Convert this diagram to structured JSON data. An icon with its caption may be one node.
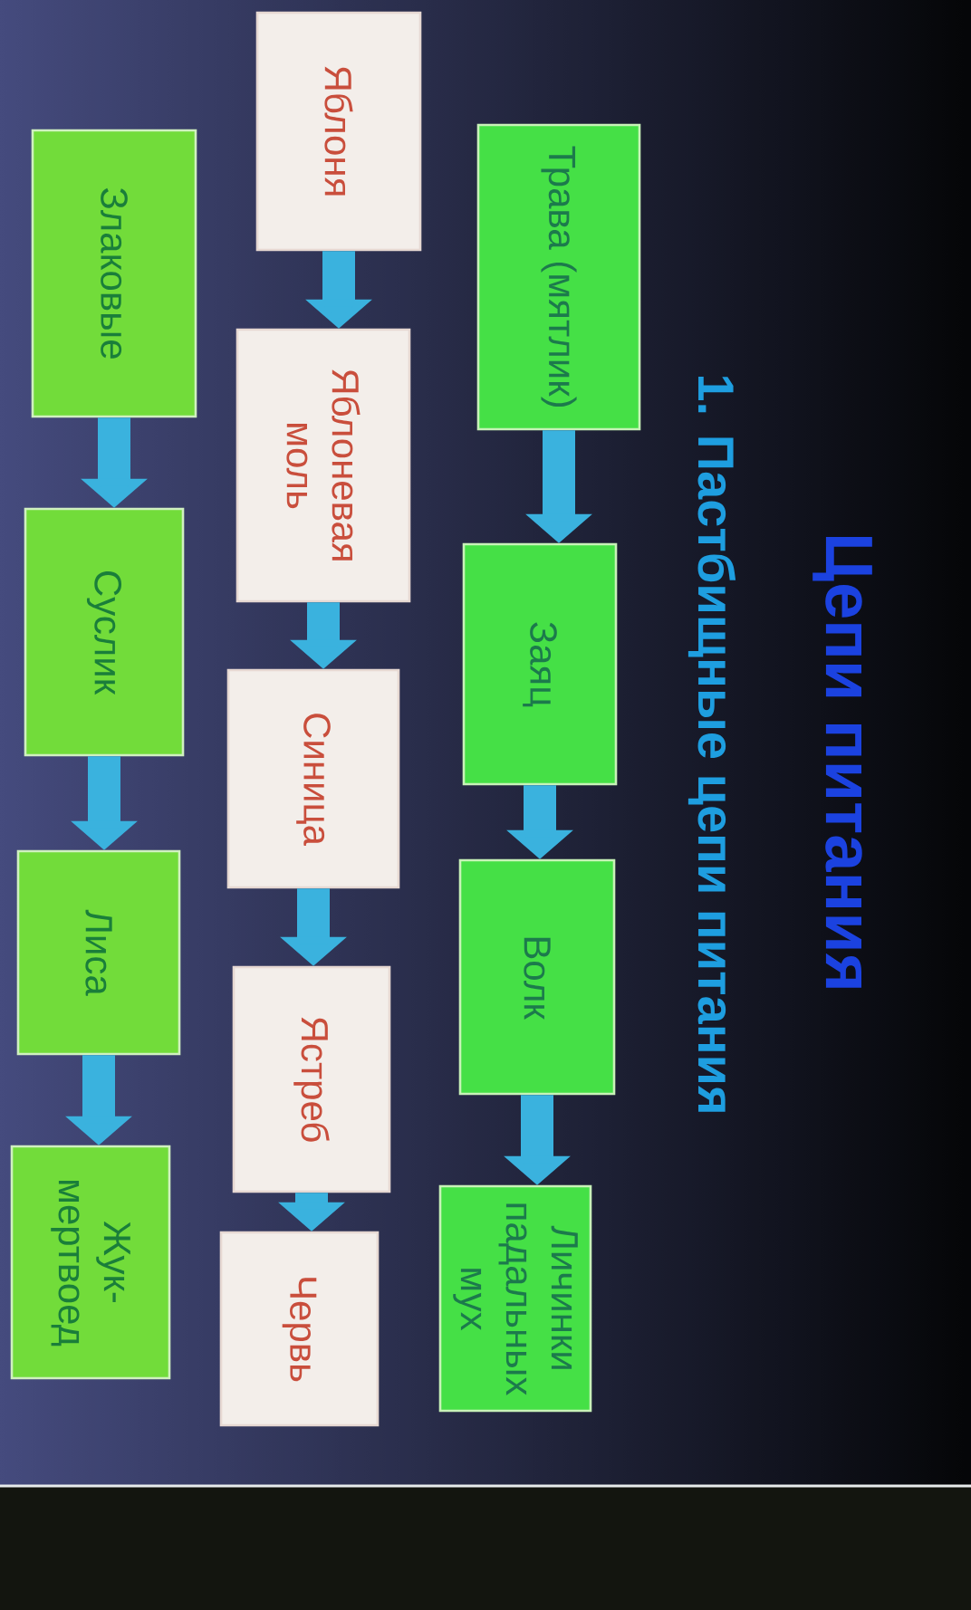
{
  "diagram": {
    "title": "Цепи питания",
    "nodes": [
      {
        "text": [
          "Трава (мятлик)"
        ]
      },
      {
        "text": [
          "Заяц"
        ]
      },
      {
        "text": [
          "Волк"
        ]
      },
      {
        "text": [
          "Личинки падальных мух"
        ]
      },
      {
        "text": [
          "Яблоня"
        ]
      },
      {
        "text": [
          "Яблоневая моль"
        ]
      },
      {
        "text": [
          "Синица"
        ]
      },
      {
        "text": [
          "Ястреб"
        ]
      },
      {
        "text": [
          "Червь"
        ]
      },
      {
        "text": [
          "Злаковые"
        ]
      },
      {
        "text": [
          "Суслик"
        ]
      },
      {
        "text": [
          "Лиса"
        ]
      },
      {
        "text": [
          "Жук-мертвоед"
        ]
      }
    ],
    "edges": [
      {
        "from": 0,
        "to": 1,
        "arrow": "to"
      },
      {
        "from": 1,
        "to": 2,
        "arrow": "to"
      },
      {
        "from": 2,
        "to": 3,
        "arrow": "to"
      },
      {
        "from": 4,
        "to": 5,
        "arrow": "to"
      },
      {
        "from": 5,
        "to": 6,
        "arrow": "to"
      },
      {
        "from": 6,
        "to": 7,
        "arrow": "to"
      },
      {
        "from": 7,
        "to": 8,
        "arrow": "to"
      },
      {
        "from": 9,
        "to": 10,
        "arrow": "to"
      },
      {
        "from": 10,
        "to": 11,
        "arrow": "to"
      },
      {
        "from": 11,
        "to": 12,
        "arrow": "to"
      }
    ],
    "labels": [
      "1. Пастбищные цепи питания"
    ]
  }
}
